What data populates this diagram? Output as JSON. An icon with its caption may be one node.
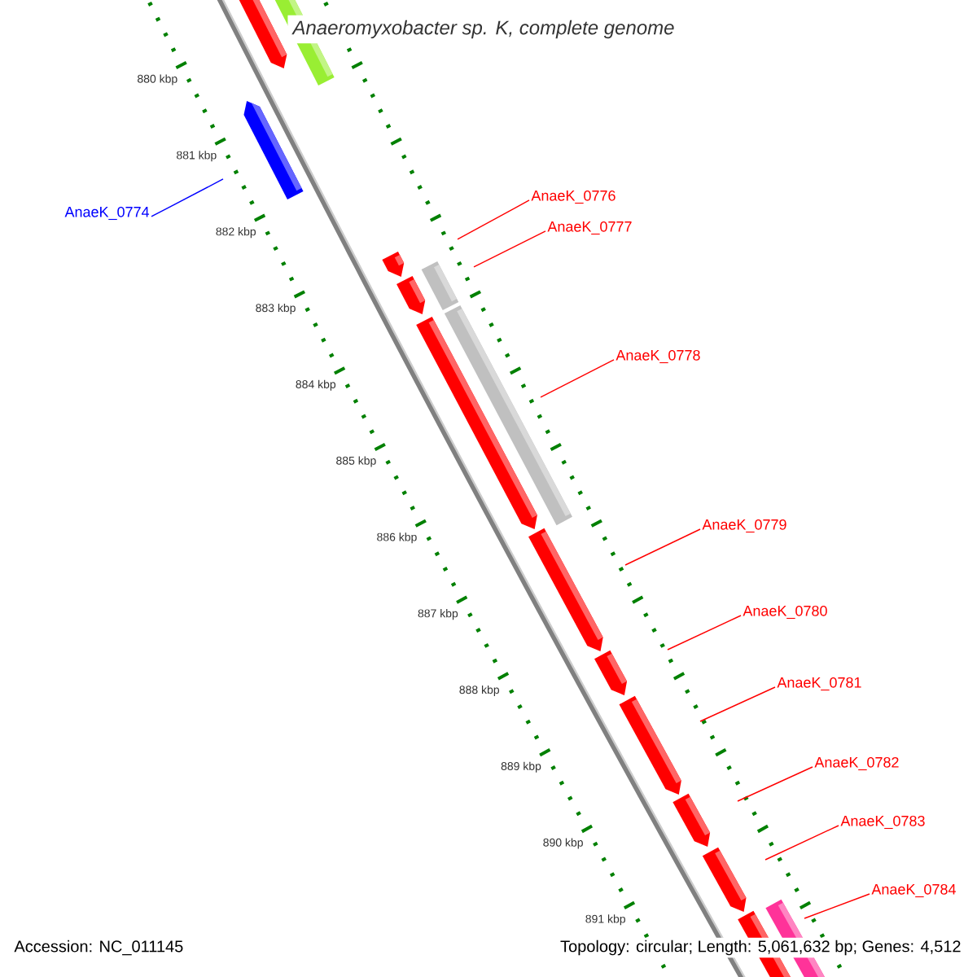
{
  "diagram": {
    "title": "Anaeromyxobacter sp. K, complete genome",
    "nodes": [
      {
        "text": [
          "AnaeK_0774"
        ]
      },
      {
        "text": [
          "AnaeK_0776"
        ]
      },
      {
        "text": [
          "AnaeK_0777"
        ]
      },
      {
        "text": [
          "AnaeK_0778"
        ]
      },
      {
        "text": [
          "AnaeK_0779"
        ]
      },
      {
        "text": [
          "AnaeK_0780"
        ]
      },
      {
        "text": [
          "AnaeK_0781"
        ]
      },
      {
        "text": [
          "AnaeK_0782"
        ]
      },
      {
        "text": [
          "AnaeK_0783"
        ]
      },
      {
        "text": [
          "AnaeK_0784"
        ]
      }
    ],
    "edges": [
      {
        "from": 0,
        "to": null,
        "arrow": "none",
        "color": "#0000ff"
      },
      {
        "from": 1,
        "to": null,
        "arrow": "none"
      },
      {
        "from": 2,
        "to": null,
        "arrow": "none"
      },
      {
        "from": 3,
        "to": null,
        "arrow": "none"
      },
      {
        "from": 4,
        "to": null,
        "arrow": "none"
      },
      {
        "from": 5,
        "to": null,
        "arrow": "none"
      },
      {
        "from": 6,
        "to": null,
        "arrow": "none"
      },
      {
        "from": 7,
        "to": null,
        "arrow": "none"
      },
      {
        "from": 8,
        "to": null,
        "arrow": "none"
      },
      {
        "from": 9,
        "to": null,
        "arrow": "none"
      }
    ],
    "labels": [
      "880 kbp",
      "881 kbp",
      "882 kbp",
      "883 kbp",
      "884 kbp",
      "885 kbp",
      "886 kbp",
      "887 kbp",
      "888 kbp",
      "889 kbp",
      "890 kbp",
      "891 kbp",
      "Accession: NC_011145",
      "Topology: circular; Length: 5,061,632 bp; Genes: 4,512"
    ]
  }
}
